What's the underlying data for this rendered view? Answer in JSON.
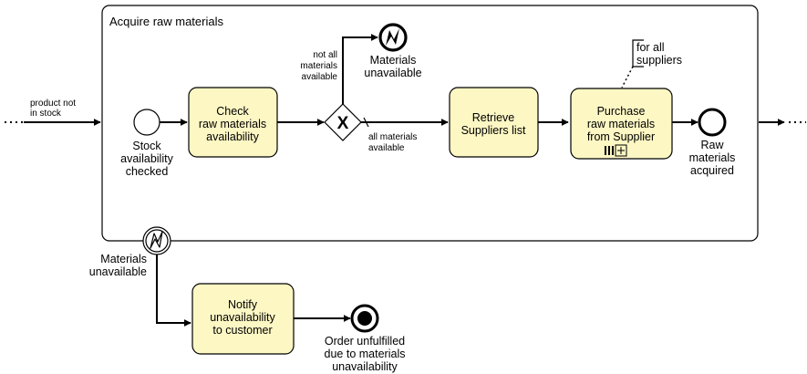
{
  "subprocess": {
    "title": "Acquire raw materials"
  },
  "incoming_label": [
    "product not",
    "in stock"
  ],
  "start_event": {
    "label": [
      "Stock",
      "availability",
      "checked"
    ]
  },
  "task_check": {
    "label": [
      "Check",
      "raw materials",
      "availability"
    ]
  },
  "gateway": {
    "symbol": "X",
    "not_available_label": [
      "not all",
      "materials",
      "available"
    ],
    "available_label": [
      "all materials",
      "available"
    ]
  },
  "error_end_top": {
    "label": [
      "Materials",
      "unavailable"
    ]
  },
  "task_retrieve": {
    "label": [
      "Retrieve",
      "Suppliers list"
    ]
  },
  "task_purchase": {
    "label": [
      "Purchase",
      "raw materials",
      "from Supplier"
    ]
  },
  "annotation": {
    "label": [
      "for all",
      "suppliers"
    ]
  },
  "end_event": {
    "label": [
      "Raw",
      "materials",
      "acquired"
    ]
  },
  "boundary_error": {
    "label": [
      "Materials",
      "unavailable"
    ]
  },
  "task_notify": {
    "label": [
      "Notify",
      "unavailability",
      "to customer"
    ]
  },
  "terminate_end": {
    "label": [
      "Order unfulfilled",
      "due to materials",
      "unavailability"
    ]
  }
}
